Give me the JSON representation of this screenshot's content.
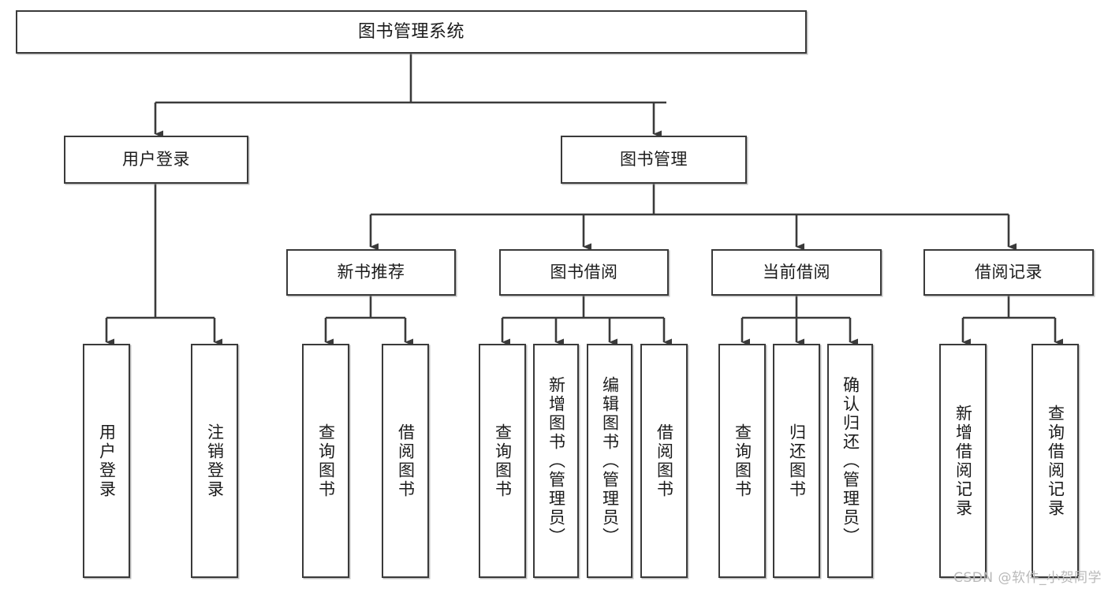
{
  "diagram": {
    "title": "图书管理系统",
    "type": "tree-hierarchy-diagram",
    "watermark": "CSDN @软件_小贺同学",
    "colors": {
      "background": "#ffffff",
      "node_border": "#3a3a3a",
      "node_fill": "#ffffff",
      "edge": "#3a3a3a",
      "text": "#1b1b1b",
      "watermark": "#b9b9b9"
    },
    "nodes": {
      "root": {
        "label": "图书管理系统"
      },
      "level2": [
        {
          "id": "user-login",
          "label": "用户登录"
        },
        {
          "id": "book-management",
          "label": "图书管理"
        }
      ],
      "level3": [
        {
          "id": "new-book-recommend",
          "label": "新书推荐"
        },
        {
          "id": "book-borrow",
          "label": "图书借阅"
        },
        {
          "id": "current-borrow",
          "label": "当前借阅"
        },
        {
          "id": "borrow-record",
          "label": "借阅记录"
        }
      ],
      "leaves": [
        {
          "id": "leaf-user-login",
          "label": "用户登录",
          "parent": "user-login"
        },
        {
          "id": "leaf-logout-login",
          "label": "注销登录",
          "parent": "user-login"
        },
        {
          "id": "leaf-query-book-1",
          "label": "查询图书",
          "parent": "new-book-recommend"
        },
        {
          "id": "leaf-borrow-book-1",
          "label": "借阅图书",
          "parent": "new-book-recommend"
        },
        {
          "id": "leaf-query-book-2",
          "label": "查询图书",
          "parent": "book-borrow"
        },
        {
          "id": "leaf-add-book",
          "label": "新增图书（管理员）",
          "parent": "book-borrow"
        },
        {
          "id": "leaf-edit-book",
          "label": "编辑图书（管理员）",
          "parent": "book-borrow"
        },
        {
          "id": "leaf-borrow-book-2",
          "label": "借阅图书",
          "parent": "book-borrow"
        },
        {
          "id": "leaf-query-book-3",
          "label": "查询图书",
          "parent": "current-borrow"
        },
        {
          "id": "leaf-return-book",
          "label": "归还图书",
          "parent": "current-borrow"
        },
        {
          "id": "leaf-confirm-return",
          "label": "确认归还（管理员）",
          "parent": "current-borrow"
        },
        {
          "id": "leaf-add-record",
          "label": "新增借阅记录",
          "parent": "borrow-record"
        },
        {
          "id": "leaf-query-record",
          "label": "查询借阅记录",
          "parent": "borrow-record"
        }
      ]
    }
  }
}
